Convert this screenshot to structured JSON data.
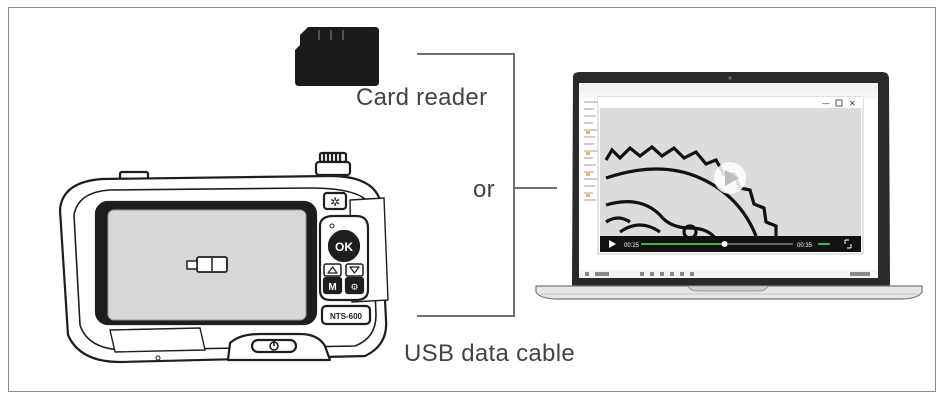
{
  "labels": {
    "card_reader": "Card reader",
    "or": "or",
    "usb_cable": "USB data cable"
  },
  "device": {
    "ok_button": "OK",
    "mode_button": "M",
    "model_badge": "NTS-600"
  },
  "laptop": {
    "player_time_elapsed": "00:25",
    "player_time_total": "00:35",
    "player_progress": 0.55
  },
  "colors": {
    "line": "#6f6f6f",
    "device_dark": "#1e1e1e",
    "progress": "#3fae49",
    "frame": "#8a8a8a"
  }
}
